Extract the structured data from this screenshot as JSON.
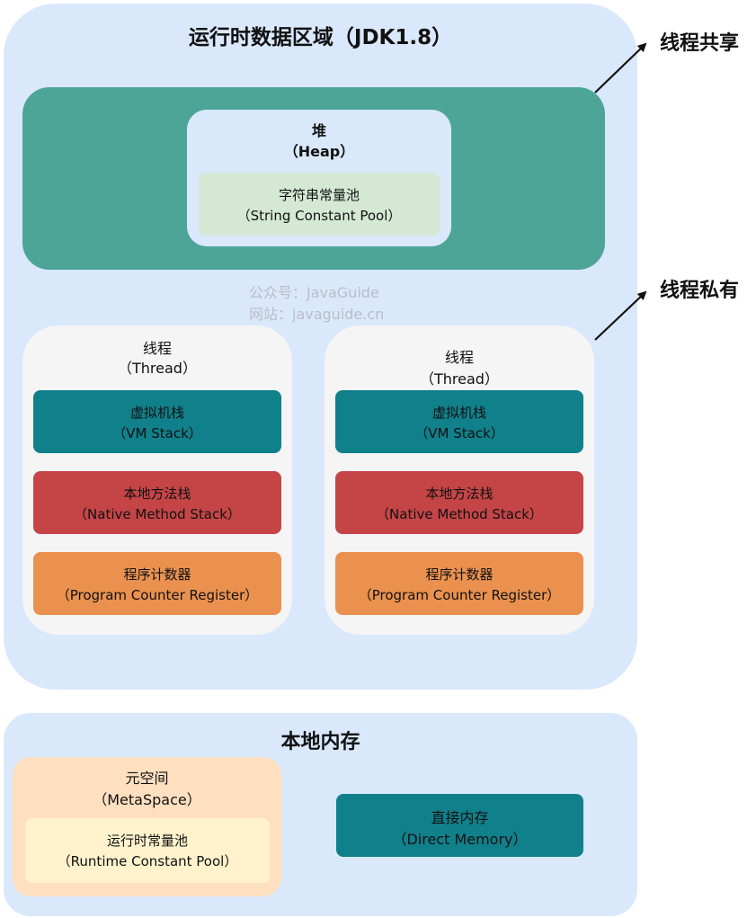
{
  "title": "运行时数据区域（JDK1.8）",
  "heap": {
    "line1": "堆",
    "line2": "（Heap）"
  },
  "string_pool": {
    "line1": "字符串常量池",
    "line2": "（String Constant Pool）"
  },
  "watermark": {
    "line1": "公众号：JavaGuide",
    "line2": "网站：javaguide.cn"
  },
  "threads": [
    {
      "line1": "线程",
      "line2": "（Thread）",
      "vm_stack": {
        "line1": "虚拟机栈",
        "line2": "（VM Stack）"
      },
      "native_stack": {
        "line1": "本地方法栈",
        "line2": "（Native Method Stack）"
      },
      "pc_register": {
        "line1": "程序计数器",
        "line2": "（Program Counter Register）"
      }
    },
    {
      "line1": "线程",
      "line2": "（Thread）",
      "vm_stack": {
        "line1": "虚拟机栈",
        "line2": "（VM Stack）"
      },
      "native_stack": {
        "line1": "本地方法栈",
        "line2": "（Native Method Stack）"
      },
      "pc_register": {
        "line1": "程序计数器",
        "line2": "（Program Counter Register）"
      }
    }
  ],
  "native_memory": {
    "title": "本地内存",
    "metaspace": {
      "line1": "元空间",
      "line2": "（MetaSpace）"
    },
    "runtime_pool": {
      "line1": "运行时常量池",
      "line2": "（Runtime Constant Pool）"
    },
    "direct_memory": {
      "line1": "直接内存",
      "line2": "（Direct Memory）"
    }
  },
  "labels": {
    "shared": "线程共享",
    "private": "线程私有"
  },
  "colors": {
    "region_bg": "#dae8fc",
    "heap_region": "#4da598",
    "string_pool": "#d5e8d4",
    "thread_bg": "#f5f5f5",
    "vm_stack": "#10808b",
    "native_stack": "#c54547",
    "pc_register": "#ea914f",
    "metaspace": "#fee0c0",
    "runtime_pool": "#fff2cc",
    "direct_memory": "#10808b"
  }
}
